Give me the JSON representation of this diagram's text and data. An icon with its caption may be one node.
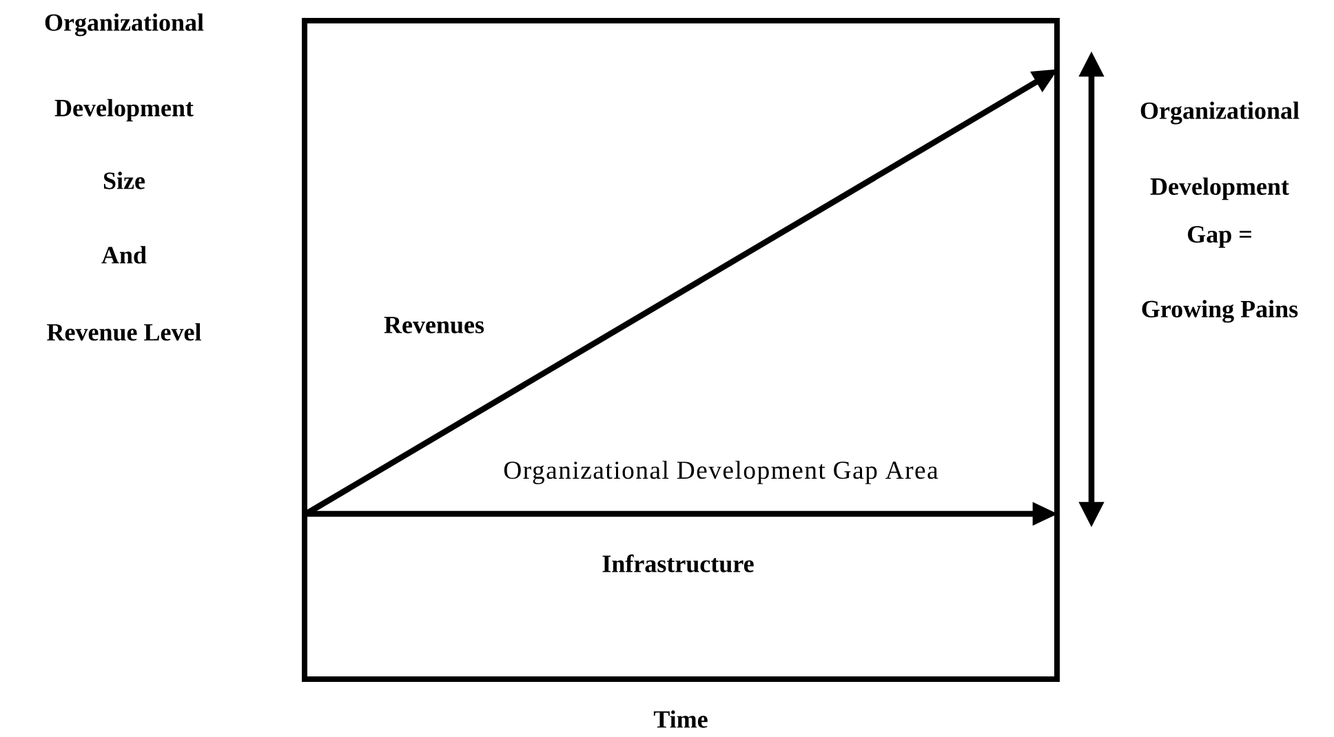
{
  "diagram": {
    "labels": [
      "Organizational",
      "Development",
      "Size",
      "And",
      "Revenue Level",
      "Organizational",
      "Development",
      "Gap =",
      "Growing Pains",
      "Revenues",
      "Organizational Development Gap Area",
      "Infrastructure",
      "Time"
    ]
  }
}
